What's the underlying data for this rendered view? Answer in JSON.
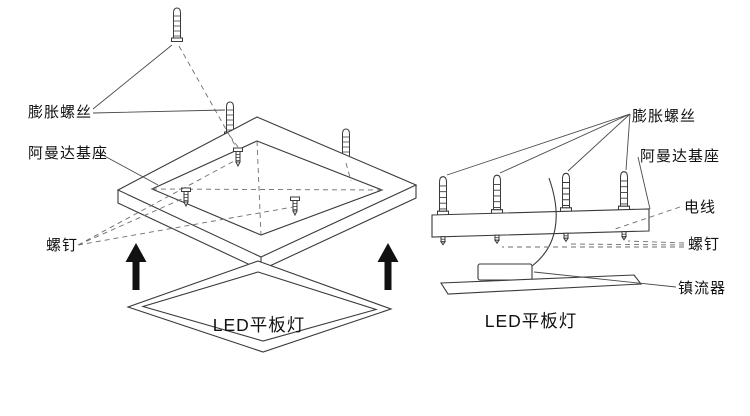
{
  "page": {
    "background": "#ffffff"
  },
  "colors": {
    "line": "#3a3a3a",
    "dashed_line": "#6e6e6e",
    "text": "#111111",
    "arrow": "#111111"
  },
  "left_view": {
    "labels": {
      "expansion_screw": "膨胀螺丝",
      "mount_base": "阿曼达基座",
      "screw": "螺钉",
      "panel": "LED平板灯"
    }
  },
  "right_view": {
    "labels": {
      "expansion_screw": "膨胀螺丝",
      "mount_base": "阿曼达基座",
      "wire": "电线",
      "screw": "螺钉",
      "ballast": "镇流器",
      "panel": "LED平板灯"
    }
  }
}
